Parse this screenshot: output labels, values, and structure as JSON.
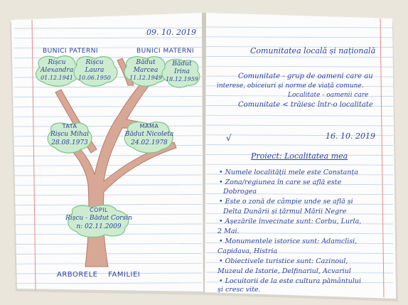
{
  "left_page": {
    "date": "09. 10. 2019",
    "tree": {
      "grandparents_paternal_label": "BUNICI PATERNI",
      "grandparents_maternal_label": "BUNICI MATERNI",
      "grandmother_paternal": {
        "name": "Rișcu",
        "first": "Alexandra",
        "date": "01.12.1941"
      },
      "grandfather_paternal": {
        "name": "Rișcu",
        "first": "Laura",
        "date": "10.06.1950"
      },
      "grandfather_maternal": {
        "name": "Bădut",
        "first": "Marcea",
        "date": "11.12.1949"
      },
      "grandmother_maternal": {
        "name": "Bădut",
        "first": "Irina",
        "date": "18.12.1959"
      },
      "father": {
        "label": "TATA",
        "name": "Rișcu Mihai",
        "date": "28.08.1973"
      },
      "mother": {
        "label": "MAMA",
        "name": "Bădut Nicoleta",
        "date": "24.02.1978"
      },
      "child": {
        "label": "COPIL",
        "name": "Rișcu - Bădut Corsin",
        "date": "n: 02.11.2009"
      },
      "caption": "ARBORELE    FAMILIEI"
    }
  },
  "right_page": {
    "title": "Comunitatea locală și națională",
    "definition": [
      "Comunitate - grup de oameni care au",
      "interese, obiceiuri și norme de viață comune.",
      "Localitate - oamenii care",
      "Comunitate < trăiesc într-o localitate"
    ],
    "mark": "√",
    "date": "16. 10. 2019",
    "project_title": "Proiect: Localitatea mea",
    "lines": [
      "• Numele localității mele este Constanța",
      "• Zona/regiunea în care se află este",
      "  Dobrogea",
      "• Este o zonă de câmpie unde se află și",
      "  Delta Dunării și țărmul Mării Negre",
      "• Așezările învecinate sunt: Corbu, Lurla,",
      "  2 Mai.",
      "• Monumentele istorice sunt: Adamclisi,",
      "  Capidava, Histria",
      "• Obiectivele turistice sunt: Cazinoul,",
      "  Muzeul de Istorie, Delfinariul, Acvariul",
      "• Locuitorii de la este cultura pământului",
      "  și cresc vite."
    ]
  },
  "colors": {
    "ink": "#2c3f9c",
    "ink_light": "#4a62c8",
    "margin_red": "#e38b8b",
    "rule_blue": "#b7cbe8",
    "paper": "#fbfcfb",
    "trunk": "#c98f7b",
    "leaf_fill": "#cdeccf",
    "leaf_stroke": "#7cc48a"
  }
}
